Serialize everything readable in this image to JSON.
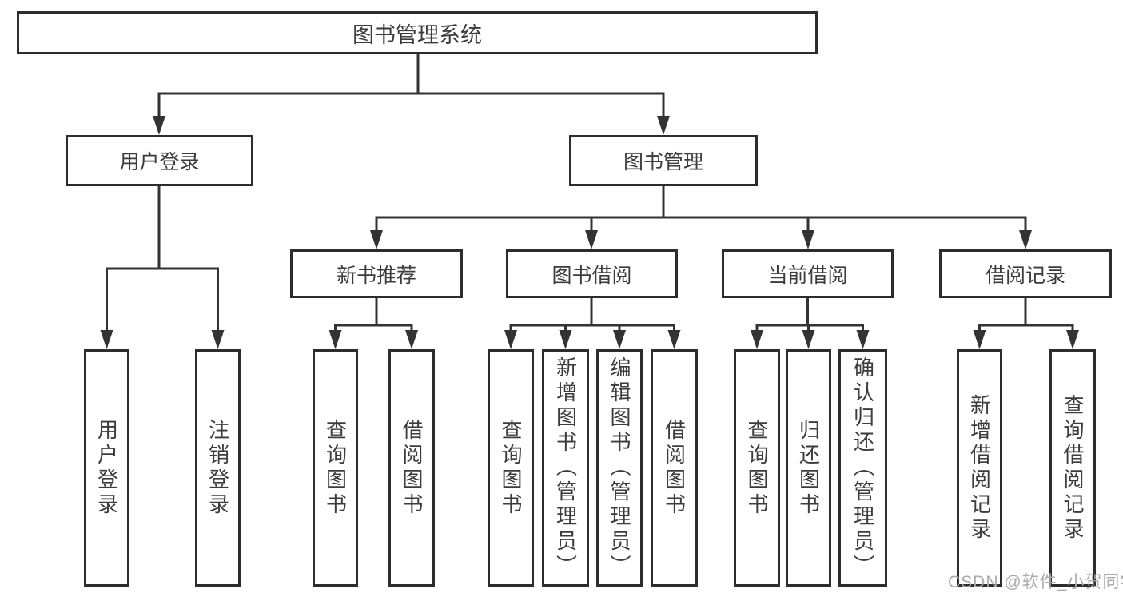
{
  "nodes": {
    "root": "图书管理系统",
    "level2": {
      "login": "用户登录",
      "mgmt": "图书管理"
    },
    "level3": [
      "新书推荐",
      "图书借阅",
      "当前借阅",
      "借阅记录"
    ],
    "leaves": {
      "login": [
        "用户登录",
        "注销登录"
      ],
      "new_books": [
        "查询图书",
        "借阅图书"
      ],
      "borrow": [
        "查询图书",
        "新增图书（管理员）",
        "编辑图书（管理员）",
        "借阅图书"
      ],
      "current": [
        "查询图书",
        "归还图书",
        "确认归还（管理员）"
      ],
      "records": [
        "新增借阅记录",
        "查询借阅记录"
      ]
    }
  },
  "watermark": "CSDN @软件_小贺同学",
  "colors": {
    "line": "#333333",
    "box_border": "#2d2d2d",
    "text": "#3b3b40",
    "watermark": "#ababab",
    "background": "#ffffff"
  }
}
